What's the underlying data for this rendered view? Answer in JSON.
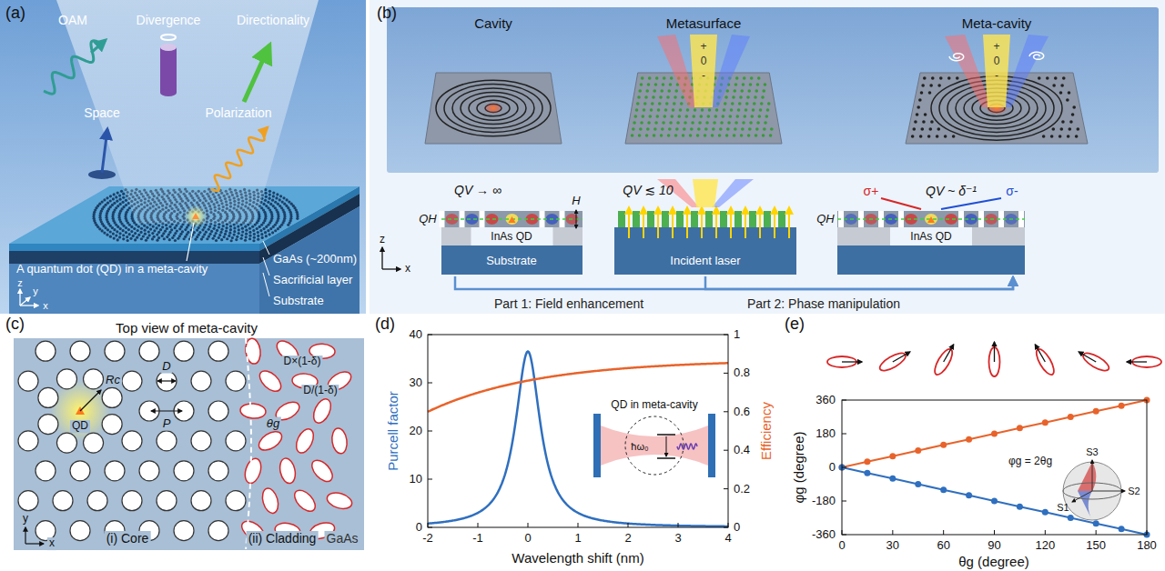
{
  "diagram": {
    "nodes": [
      {
        "text": [
          "Cavity"
        ]
      },
      {
        "text": [
          "Metasurface"
        ]
      },
      {
        "text": [
          "Meta-cavity"
        ]
      },
      {
        "text": [
          "QV → ∞",
          "H",
          "QH",
          "InAs QD",
          "Substrate"
        ]
      },
      {
        "text": [
          "QV ≲ 10",
          "Incident laser"
        ]
      },
      {
        "text": [
          "σ+",
          "QV ~ δ⁻¹",
          "σ-",
          "QH",
          "InAs QD"
        ]
      }
    ],
    "edges": [
      {
        "from": 3,
        "to": 5,
        "arrow": "to",
        "label": "Part 1: Field enhancement"
      },
      {
        "from": 4,
        "to": 5,
        "arrow": "to",
        "label": "Part 2: Phase manipulation"
      }
    ],
    "labels": [
      "(a)",
      "OAM",
      "Divergence",
      "Directionality",
      "Space",
      "Polarization",
      "A quantum dot (QD) in a meta-cavity",
      "GaAs (~200nm)",
      "Sacrificial layer",
      "Substrate",
      "y",
      "z",
      "x",
      "(b)",
      "+",
      "0",
      "-",
      "+",
      "0",
      "-",
      "z",
      "x",
      "(c)",
      "Top view of meta-cavity",
      "Rc",
      "QD",
      "D",
      "P",
      "D×(1-δ)",
      "D/(1-δ)",
      "θg",
      "(i) Core",
      "(ii) Cladding",
      "GaAs",
      "y",
      "x",
      "(d)",
      "40",
      "30",
      "20",
      "10",
      "0",
      "1",
      "0.8",
      "0.6",
      "0.4",
      "0.2",
      "0",
      "-2",
      "-1",
      "0",
      "1",
      "2",
      "3",
      "4",
      "Purcell factor",
      "Efficiency",
      "Wavelength shift (nm)",
      "QD in meta-cavity",
      "ħω₀",
      "(e)",
      "360",
      "180",
      "0",
      "-180",
      "-360",
      "0",
      "30",
      "60",
      "90",
      "120",
      "150",
      "180",
      "φg (degree)",
      "θg (degree)",
      "φg = 2θg",
      "S3",
      "S2",
      "S1"
    ]
  }
}
